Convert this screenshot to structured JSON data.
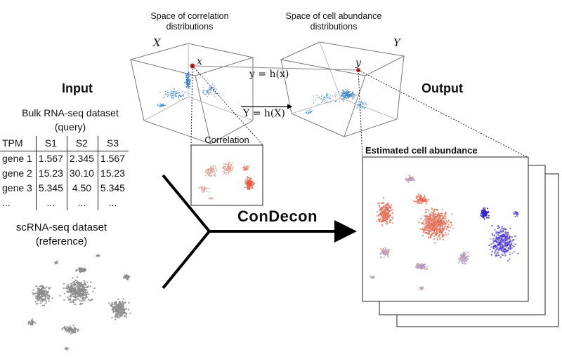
{
  "colors": {
    "red_cells": "#e8644a",
    "blue_cells": "#4a3ad8",
    "gray_cells": "#8c8c8c",
    "scatter_blue": "#3b82c4",
    "point_red": "#c81e1e"
  },
  "space_x": {
    "title_line1": "Space of correlation",
    "title_line2": "distributions",
    "axis": "X",
    "point": "x"
  },
  "space_y": {
    "title_line1": "Space of cell abundance",
    "title_line2": "distributions",
    "axis": "Y",
    "point": "y"
  },
  "mapping": {
    "point_eq": "y = h(x)",
    "set_eq": "Y = h(X)"
  },
  "correlation_label": "Correlation",
  "input": {
    "title": "Input",
    "bulk_title": "Bulk RNA-seq dataset",
    "bulk_subtitle": "(query)",
    "table": {
      "headers": [
        "TPM",
        "S1",
        "S2",
        "S3"
      ],
      "rows": [
        [
          "gene 1",
          "1.567",
          "2.345",
          "1.567"
        ],
        [
          "gene 2",
          "15.23",
          "30.10",
          "15.23"
        ],
        [
          "gene 3",
          "5.345",
          "4.50",
          "5.345"
        ],
        [
          "...",
          "...",
          "...",
          "..."
        ]
      ]
    },
    "sc_title": "scRNA-seq dataset",
    "sc_subtitle": "(reference)"
  },
  "method_label": "ConDecon",
  "output": {
    "title": "Output",
    "estimated_label": "Estimated cell abundance"
  }
}
